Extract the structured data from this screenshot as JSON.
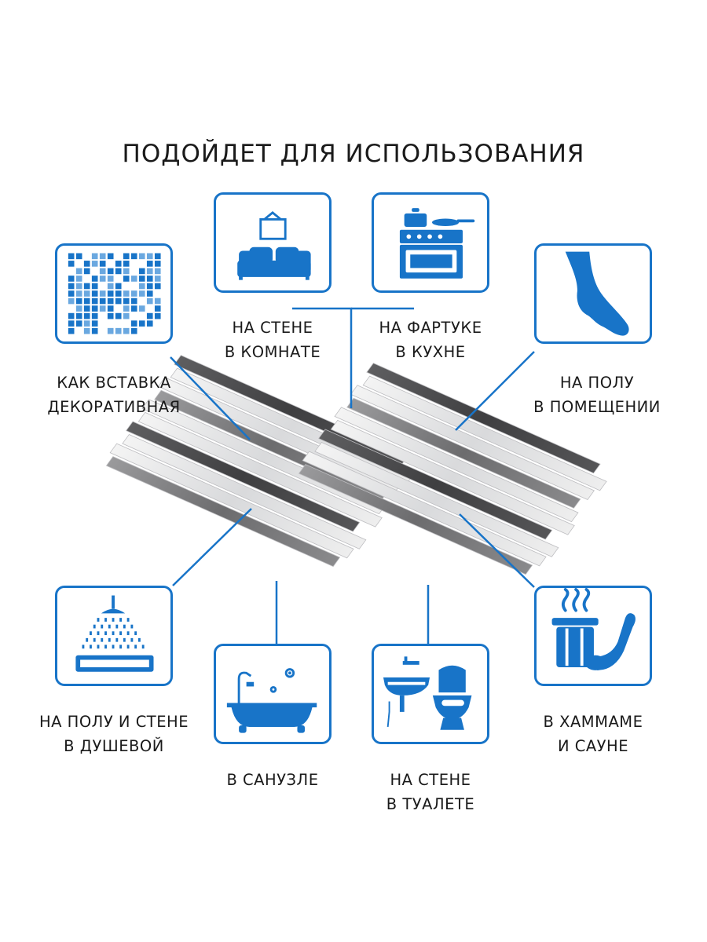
{
  "title": "ПОДОЙДЕТ ДЛЯ ИСПОЛЬЗОВАНИЯ",
  "colors": {
    "accent": "#1874c8",
    "text": "#1a1a1a"
  },
  "uses": [
    {
      "icon": "mosaic-icon",
      "line1": "КАК ВСТАВКА",
      "line2": "ДЕКОРАТИВНАЯ"
    },
    {
      "icon": "sofa-icon",
      "line1": "НА СТЕНЕ",
      "line2": "В КОМНАТЕ"
    },
    {
      "icon": "stove-icon",
      "line1": "НА ФАРТУКЕ",
      "line2": "В КУХНЕ"
    },
    {
      "icon": "foot-icon",
      "line1": "НА ПОЛУ",
      "line2": "В ПОМЕЩЕНИИ"
    },
    {
      "icon": "shower-icon",
      "line1": "НА ПОЛУ И СТЕНЕ",
      "line2": "В ДУШЕВОЙ"
    },
    {
      "icon": "bathtub-icon",
      "line1": "В САНУЗЛЕ",
      "line2": ""
    },
    {
      "icon": "toilet-icon",
      "line1": "НА СТЕНЕ",
      "line2": "В ТУАЛЕТЕ"
    },
    {
      "icon": "sauna-icon",
      "line1": "В ХАММАМЕ",
      "line2": "И САУНЕ"
    }
  ]
}
